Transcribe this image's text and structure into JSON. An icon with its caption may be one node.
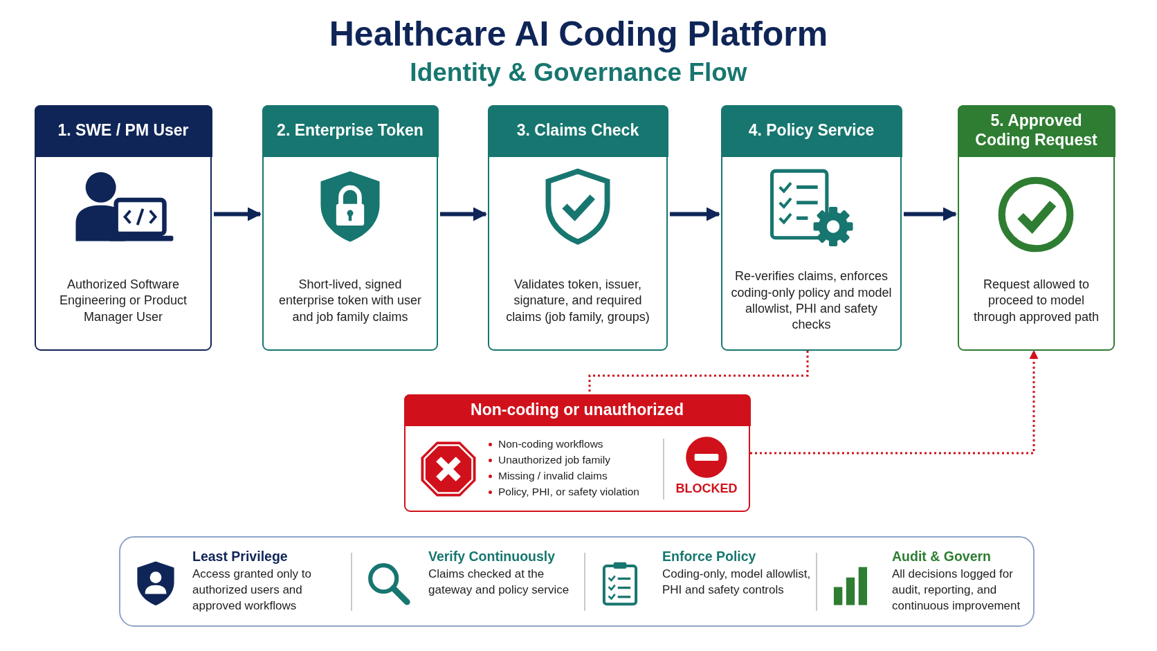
{
  "diagram": {
    "title": "Healthcare AI Coding Platform",
    "nodes": [
      {
        "text": [
          "1. SWE / PM User",
          "Authorized Software Engineering or Product Manager User"
        ]
      },
      {
        "text": [
          "2. Enterprise Token",
          "Short-lived, signed enterprise token with user and job family claims"
        ]
      },
      {
        "text": [
          "3. Claims Check",
          "Validates token, issuer, signature, and required claims (job family, groups)"
        ]
      },
      {
        "text": [
          "4. Policy Service",
          "Re-verifies claims, enforces coding-only policy and model allowlist, PHI and safety checks"
        ]
      },
      {
        "text": [
          "5. Approved Coding Request",
          "Request allowed to proceed to model through approved path"
        ]
      },
      {
        "text": [
          "Non-coding or unauthorized",
          "Non-coding workflows",
          "Unauthorized job family",
          "Missing / invalid claims",
          "Policy, PHI, or safety violation",
          "BLOCKED"
        ]
      },
      {
        "text": [],
        "shape": "box"
      },
      {
        "text": [
          "Least Privilege",
          "Access granted only to authorized users and approved workflows"
        ],
        "in": 6
      },
      {
        "text": [
          "Verify Continuously",
          "Claims checked at the gateway and policy service"
        ],
        "in": 6
      },
      {
        "text": [
          "Enforce Policy",
          "Coding-only, model allowlist, PHI and safety controls"
        ],
        "in": 6
      },
      {
        "text": [
          "Audit & Govern",
          "All decisions logged for audit, reporting, and continuous improvement"
        ],
        "in": 6
      }
    ],
    "edges": [
      {
        "from": 0,
        "to": 1,
        "arrow": "to"
      },
      {
        "from": 1,
        "to": 2,
        "arrow": "to"
      },
      {
        "from": 2,
        "to": 3,
        "arrow": "to"
      },
      {
        "from": 3,
        "to": 4,
        "arrow": "to"
      },
      {
        "from": 3,
        "to": 5,
        "arrow": "none",
        "style": "dashed",
        "color": "#d0111b"
      },
      {
        "from": 5,
        "to": 4,
        "arrow": "to",
        "style": "dashed",
        "color": "#d0111b"
      }
    ],
    "labels": [
      "Identity & Governance Flow"
    ]
  }
}
